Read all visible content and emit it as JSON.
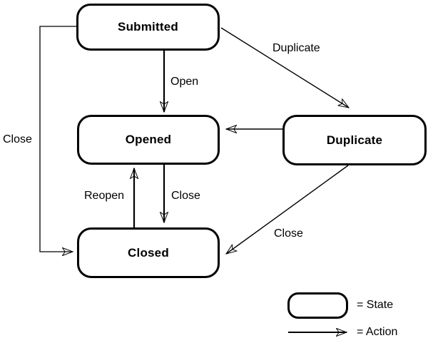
{
  "diagram": {
    "states": {
      "submitted": "Submitted",
      "opened": "Opened",
      "duplicate": "Duplicate",
      "closed": "Closed"
    },
    "edges": {
      "open": "Open",
      "duplicate": "Duplicate",
      "close_left": "Close",
      "close_mid": "Close",
      "close_right": "Close",
      "reopen": "Reopen"
    },
    "legend": {
      "state": "= State",
      "action": "= Action"
    },
    "colors": {
      "stroke": "#000000",
      "background": "#ffffff"
    }
  }
}
